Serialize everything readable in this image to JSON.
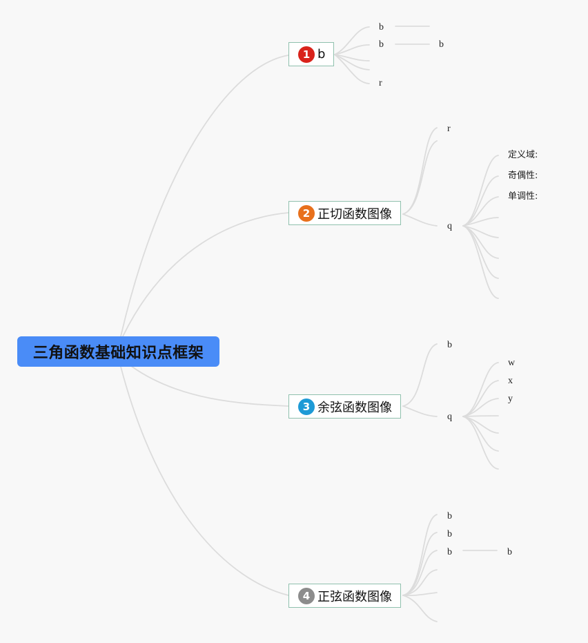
{
  "root": {
    "label": "三角函数基础知识点框架"
  },
  "branches": [
    {
      "label": "b",
      "badge": "1",
      "badge_color": "#d9231b"
    },
    {
      "label": "正切函数图像",
      "badge": "2",
      "badge_color": "#e8701c"
    },
    {
      "label": "余弦函数图像",
      "badge": "3",
      "badge_color": "#1e9ad6"
    },
    {
      "label": "正弦函数图像",
      "badge": "4",
      "badge_color": "#8c8c8c"
    }
  ],
  "branch1": {
    "children": [
      "b",
      "b",
      "r"
    ],
    "grandchild": "b"
  },
  "branch2": {
    "children": [
      "r",
      "q"
    ],
    "q_children": [
      "定义域:",
      "奇偶性:",
      "单调性:"
    ]
  },
  "branch3": {
    "children": [
      "b",
      "q"
    ],
    "q_children": [
      "w",
      "x",
      "y"
    ]
  },
  "branch4": {
    "children": [
      "b",
      "b",
      "b"
    ],
    "grandchild": "b"
  },
  "colors": {
    "background": "#f8f8f8",
    "root_fill": "#4a8cf7",
    "branch_border": "#8fc0ad",
    "connector": "#dcdcdc"
  }
}
